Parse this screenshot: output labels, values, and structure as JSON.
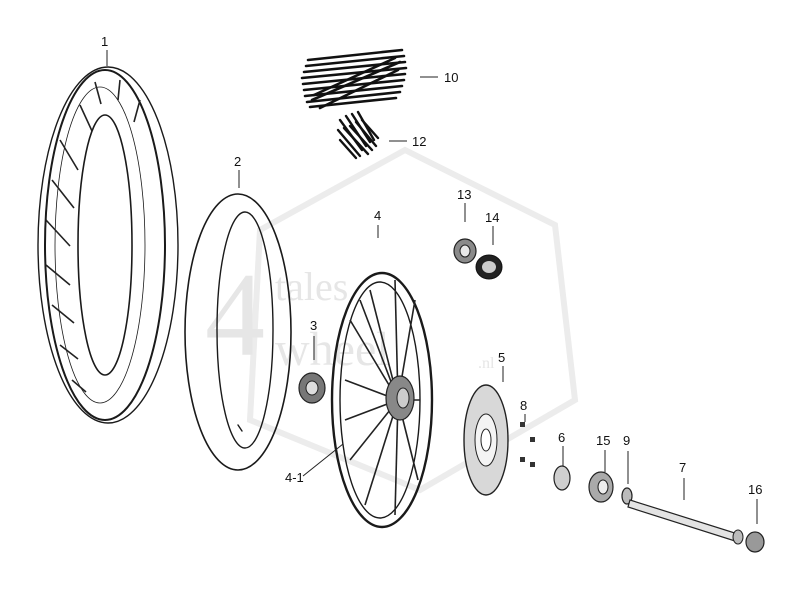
{
  "diagram": {
    "watermark": {
      "brand_number": "4",
      "brand_line1": "tales",
      "brand_line2": "wheel",
      "brand_tld": ".nl"
    },
    "callouts": {
      "p1": "1",
      "p2": "2",
      "p3": "3",
      "p4": "4",
      "p4_1": "4-1",
      "p5": "5",
      "p6": "6",
      "p7": "7",
      "p8": "8",
      "p9": "9",
      "p10": "10",
      "p12": "12",
      "p13": "13",
      "p14": "14",
      "p15": "15",
      "p16": "16"
    }
  }
}
